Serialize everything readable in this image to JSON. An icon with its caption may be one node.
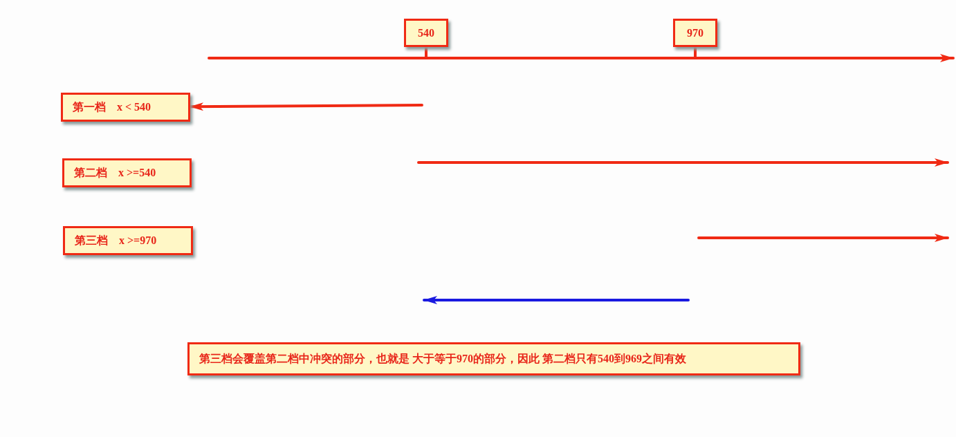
{
  "diagram": {
    "nodes": [
      {
        "text": [
          "540"
        ]
      },
      {
        "text": [
          "970"
        ]
      },
      {
        "text": [
          "第一档　x < 540"
        ]
      },
      {
        "text": [
          "第二档　x >=540"
        ]
      },
      {
        "text": [
          "第三档　x >=970"
        ]
      },
      {
        "text": [
          "第三档会覆盖第二档中冲突的部分，也就是 大于等于970的部分，因此 第二档只有540到969之间有效"
        ]
      }
    ],
    "edges": [
      {
        "from": 0,
        "to": null,
        "arrow": "none"
      },
      {
        "from": 1,
        "to": null,
        "arrow": "none"
      },
      {
        "from": null,
        "to": 2,
        "arrow": "to"
      }
    ]
  }
}
